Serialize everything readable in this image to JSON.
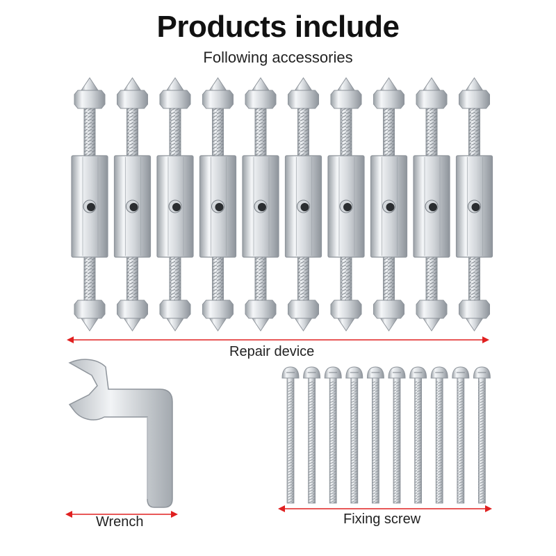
{
  "header": {
    "title": "Products include",
    "subtitle": "Following accessories"
  },
  "items": {
    "repair_device": {
      "label": "Repair device",
      "count": 10
    },
    "wrench": {
      "label": "Wrench",
      "count": 1
    },
    "fixing_screw": {
      "label": "Fixing screw",
      "count": 10
    }
  },
  "colors": {
    "arrow": "#e02020",
    "metal_light": "#eef0f2",
    "metal_mid": "#c7cbd0",
    "metal_dark": "#8e949b"
  }
}
